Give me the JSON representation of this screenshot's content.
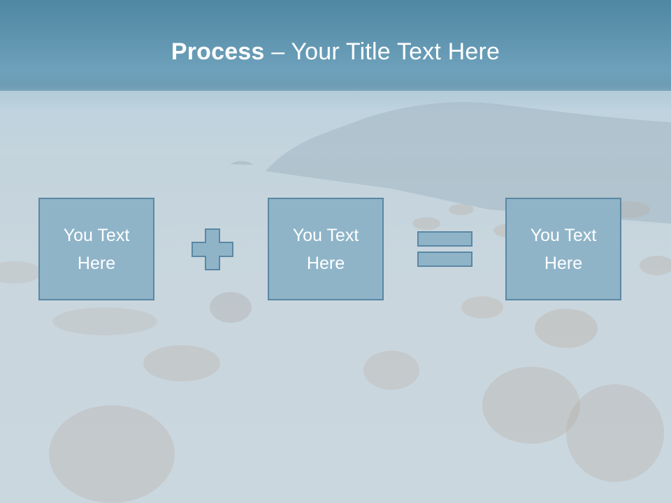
{
  "slide": {
    "title_bold": "Process",
    "title_dash": " – ",
    "title_rest": "Your Title Text Here"
  },
  "steps": [
    {
      "text": "You Text Here"
    },
    {
      "text": "You Text Here"
    },
    {
      "text": "You Text Here"
    }
  ],
  "operators": [
    "plus-icon",
    "equals-icon"
  ],
  "colors": {
    "box_fill": "#8fb4c8",
    "box_border": "#5b87a3",
    "title_text": "#ffffff",
    "header_band": "#4f86a1"
  }
}
